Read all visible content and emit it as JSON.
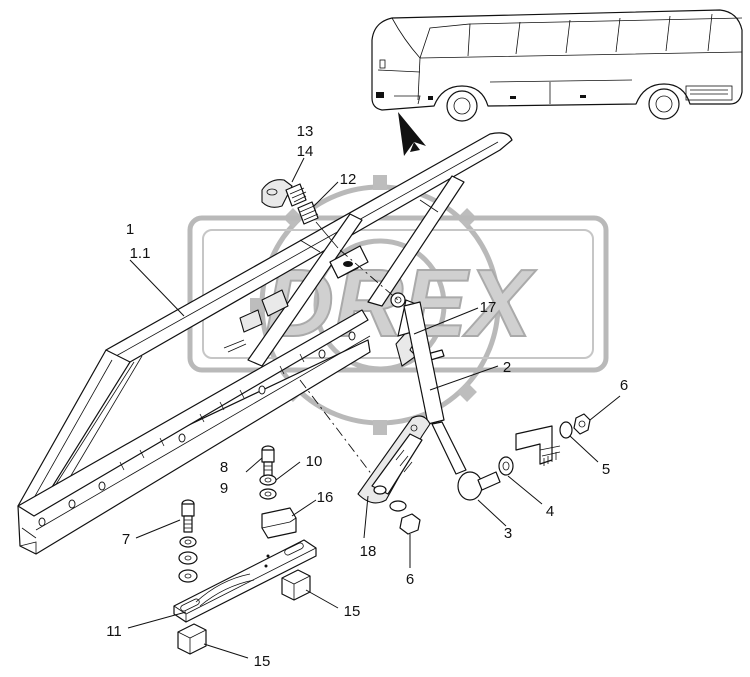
{
  "watermark": {
    "text": "DREX"
  },
  "callouts": [
    {
      "id": "c13",
      "text": "13"
    },
    {
      "id": "c14",
      "text": "14"
    },
    {
      "id": "c12",
      "text": "12"
    },
    {
      "id": "c1",
      "text": "1"
    },
    {
      "id": "c1_1",
      "text": "1.1"
    },
    {
      "id": "c17",
      "text": "17"
    },
    {
      "id": "c2",
      "text": "2"
    },
    {
      "id": "c6a",
      "text": "6"
    },
    {
      "id": "c5",
      "text": "5"
    },
    {
      "id": "c8",
      "text": "8"
    },
    {
      "id": "c9",
      "text": "9"
    },
    {
      "id": "c10",
      "text": "10"
    },
    {
      "id": "c16",
      "text": "16"
    },
    {
      "id": "c7",
      "text": "7"
    },
    {
      "id": "c4",
      "text": "4"
    },
    {
      "id": "c3",
      "text": "3"
    },
    {
      "id": "c18",
      "text": "18"
    },
    {
      "id": "c6b",
      "text": "6"
    },
    {
      "id": "c15a",
      "text": "15"
    },
    {
      "id": "c11",
      "text": "11"
    },
    {
      "id": "c15b",
      "text": "15"
    }
  ]
}
